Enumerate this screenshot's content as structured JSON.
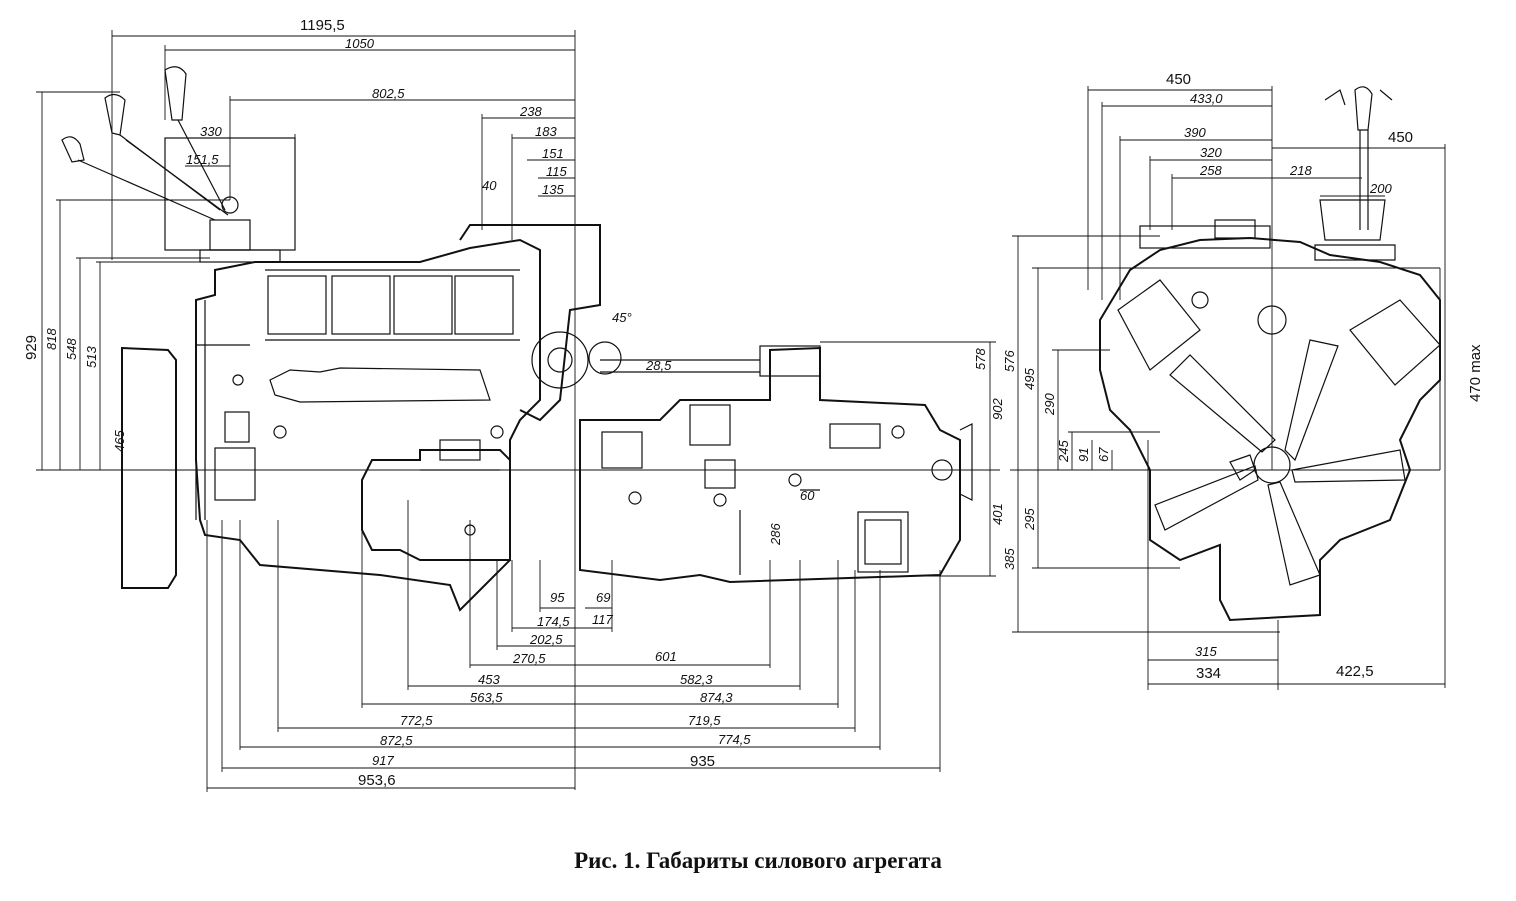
{
  "caption": "Рис.   1. Габариты силового агрегата",
  "side_view": {
    "top_dims": [
      "1195,5",
      "1050",
      "802,5",
      "238",
      "183",
      "151",
      "115",
      "135",
      "330",
      "151,5",
      "40",
      "45°",
      "28,5"
    ],
    "left_dims": [
      "929",
      "818",
      "548",
      "513",
      "465"
    ],
    "right_dims": [
      "578",
      "902",
      "401"
    ],
    "bottom_dims": [
      "95",
      "69",
      "174,5",
      "117",
      "202,5",
      "270,5",
      "601",
      "453",
      "582,3",
      "563,5",
      "874,3",
      "772,5",
      "719,5",
      "872,5",
      "774,5",
      "917",
      "953,6",
      "935",
      "286",
      "60"
    ]
  },
  "front_view": {
    "top_dims": [
      "450",
      "433,0",
      "390",
      "320",
      "258",
      "218",
      "450",
      "200"
    ],
    "left_dims": [
      "576",
      "495",
      "290",
      "245",
      "91",
      "67",
      "295",
      "385"
    ],
    "right_dims": [
      "470 max"
    ],
    "bottom_dims": [
      "315",
      "334",
      "422,5"
    ]
  }
}
